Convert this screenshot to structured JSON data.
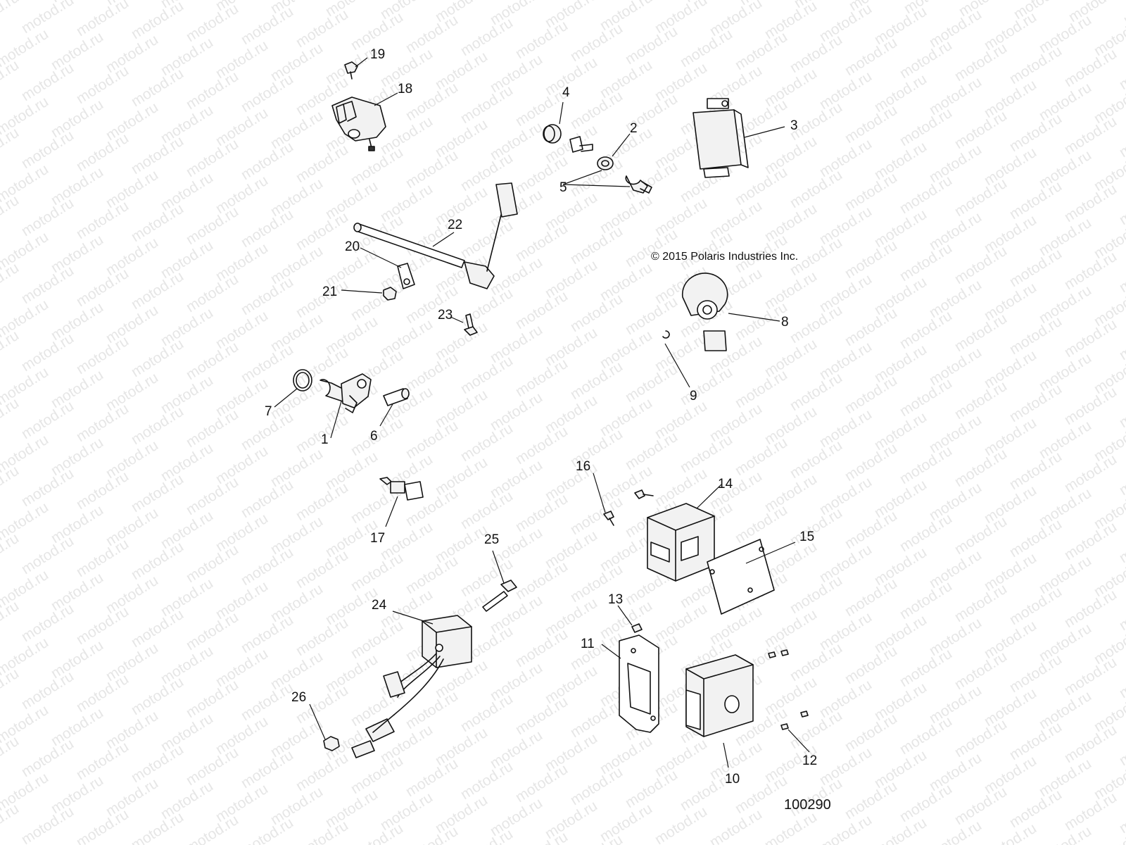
{
  "watermark": "motod.ru",
  "copyright": "© 2015 Polaris Industries Inc.",
  "diagram_id": "100290",
  "callouts": {
    "c1": "1",
    "c2": "2",
    "c3": "3",
    "c4": "4",
    "c5": "5",
    "c6": "6",
    "c7": "7",
    "c8": "8",
    "c9": "9",
    "c10": "10",
    "c11": "11",
    "c12": "12",
    "c13": "13",
    "c14": "14",
    "c15": "15",
    "c16": "16",
    "c17": "17",
    "c18": "18",
    "c19": "19",
    "c20": "20",
    "c21": "21",
    "c22": "22",
    "c23": "23",
    "c24": "24",
    "c25": "25",
    "c26": "26"
  }
}
